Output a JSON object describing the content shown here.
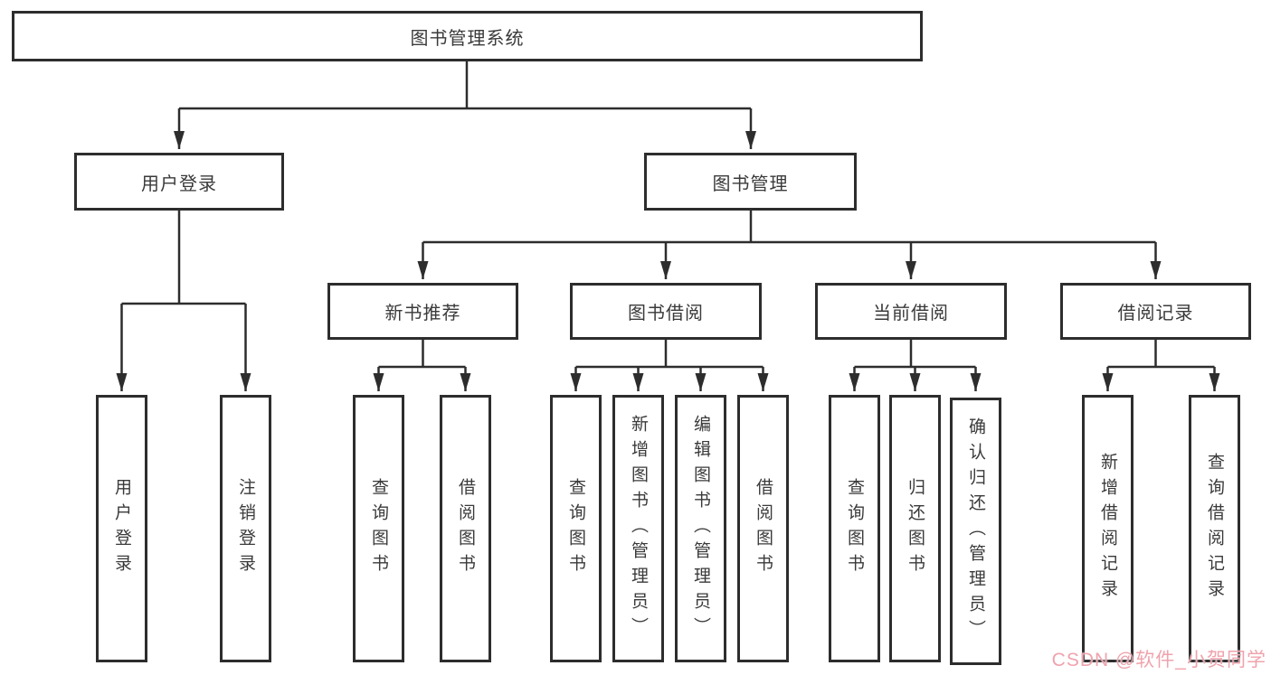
{
  "diagram": {
    "root": {
      "label": "图书管理系统"
    },
    "level2": {
      "user_login": {
        "label": "用户登录"
      },
      "book_mgmt": {
        "label": "图书管理"
      }
    },
    "level3": {
      "new_books": {
        "label": "新书推荐"
      },
      "book_borrow": {
        "label": "图书借阅"
      },
      "current_borrow": {
        "label": "当前借阅"
      },
      "borrow_records": {
        "label": "借阅记录"
      }
    },
    "leaves": {
      "user_login": [
        "用户登录",
        "注销登录"
      ],
      "new_books": [
        "查询图书",
        "借阅图书"
      ],
      "book_borrow": [
        "查询图书",
        "新增图书（管理员）",
        "编辑图书（管理员）",
        "借阅图书"
      ],
      "current_borrow": [
        "查询图书",
        "归还图书",
        "确认归还（管理员）"
      ],
      "borrow_records": [
        "新增借阅记录",
        "查询借阅记录"
      ]
    }
  },
  "watermark": {
    "text": "CSDN @软件_小贺同学",
    "color": "#efa3ad"
  },
  "colors": {
    "line": "#2d2d2d",
    "border": "#2d2d2d",
    "text": "#3a3a3a",
    "background": "#ffffff"
  }
}
